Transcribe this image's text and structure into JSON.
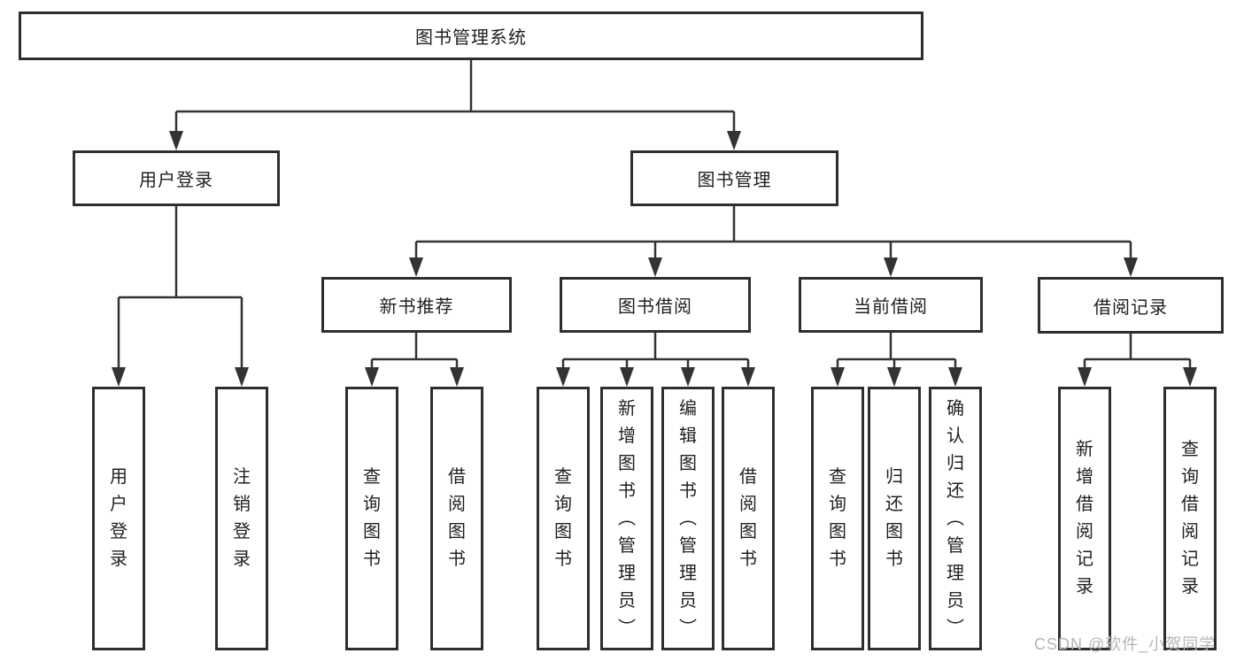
{
  "colors": {
    "line": "#333333",
    "box_border": "#2e2e2e",
    "text": "#1f1f1f",
    "watermark": "#b5b5b5",
    "background": "#ffffff"
  },
  "watermark": "CSDN @软件_小贺同学",
  "tree": {
    "root": {
      "label": "图书管理系统",
      "children": [
        {
          "label": "用户登录",
          "children": [
            {
              "label": "用户登录"
            },
            {
              "label": "注销登录"
            }
          ]
        },
        {
          "label": "图书管理",
          "children": [
            {
              "label": "新书推荐",
              "children": [
                {
                  "label": "查询图书"
                },
                {
                  "label": "借阅图书"
                }
              ]
            },
            {
              "label": "图书借阅",
              "children": [
                {
                  "label": "查询图书"
                },
                {
                  "label": "新增图书（管理员）"
                },
                {
                  "label": "编辑图书（管理员）"
                },
                {
                  "label": "借阅图书"
                }
              ]
            },
            {
              "label": "当前借阅",
              "children": [
                {
                  "label": "查询图书"
                },
                {
                  "label": "归还图书"
                },
                {
                  "label": "确认归还（管理员）"
                }
              ]
            },
            {
              "label": "借阅记录",
              "children": [
                {
                  "label": "新增借阅记录"
                },
                {
                  "label": "查询借阅记录"
                }
              ]
            }
          ]
        }
      ]
    }
  }
}
